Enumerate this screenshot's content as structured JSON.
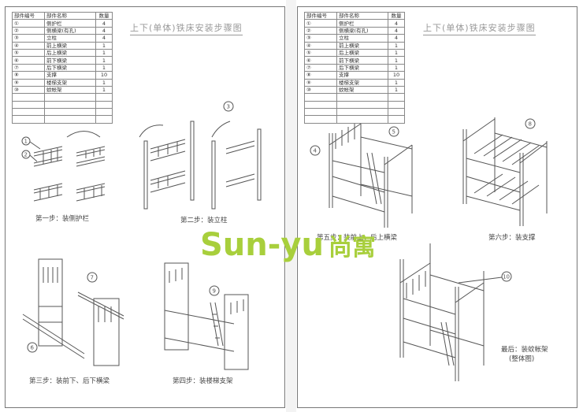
{
  "table": {
    "headers": [
      "部件编号",
      "部件名称",
      "数量"
    ],
    "rows": [
      [
        "①",
        "侧护栏",
        "4"
      ],
      [
        "②",
        "侧横梁(有孔)",
        "4"
      ],
      [
        "③",
        "立柱",
        "4"
      ],
      [
        "④",
        "前上横梁",
        "1"
      ],
      [
        "⑤",
        "后上横梁",
        "1"
      ],
      [
        "⑥",
        "前下横梁",
        "1"
      ],
      [
        "⑦",
        "后下横梁",
        "1"
      ],
      [
        "⑧",
        "支撑",
        "10"
      ],
      [
        "⑨",
        "楼梯支架",
        "1"
      ],
      [
        "⑩",
        "蚊帐架",
        "1"
      ]
    ]
  },
  "title": "上下(单体)铁床安装步骤图",
  "steps": {
    "s1": "第一步：装侧护栏",
    "s2": "第二步：装立柱",
    "s3": "第三步：装前下、后下横梁",
    "s4": "第四步：装楼梯支架",
    "s5": "第五步：装前上、后上横梁",
    "s6": "第六步：装支撑",
    "final_line1": "最后：装蚊帐架",
    "final_line2": "(整体图)"
  },
  "callouts": {
    "c1": "1",
    "c2": "2",
    "c3": "3",
    "c4": "4",
    "c5": "5",
    "c6": "6",
    "c7": "7",
    "c8": "8",
    "c9": "9",
    "c10": "10"
  },
  "watermark": {
    "latin": "Sun-yu",
    "cn": "尚寓"
  }
}
